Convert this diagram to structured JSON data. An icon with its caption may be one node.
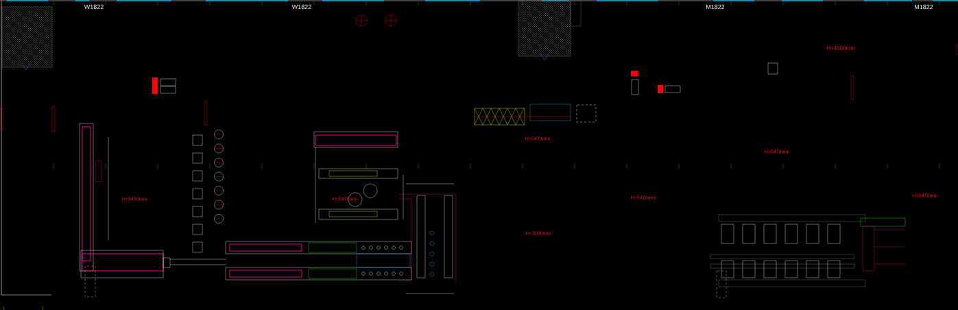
{
  "diagram": {
    "labels": [
      "W1822",
      "W1822",
      "M1822",
      "M1822",
      "H=4500mm",
      "H=5470mm",
      "H=5470mm",
      "H=5470mm",
      "H=5470mm",
      "H=5470mm",
      "H=5470mm",
      "H=3000mm"
    ]
  }
}
